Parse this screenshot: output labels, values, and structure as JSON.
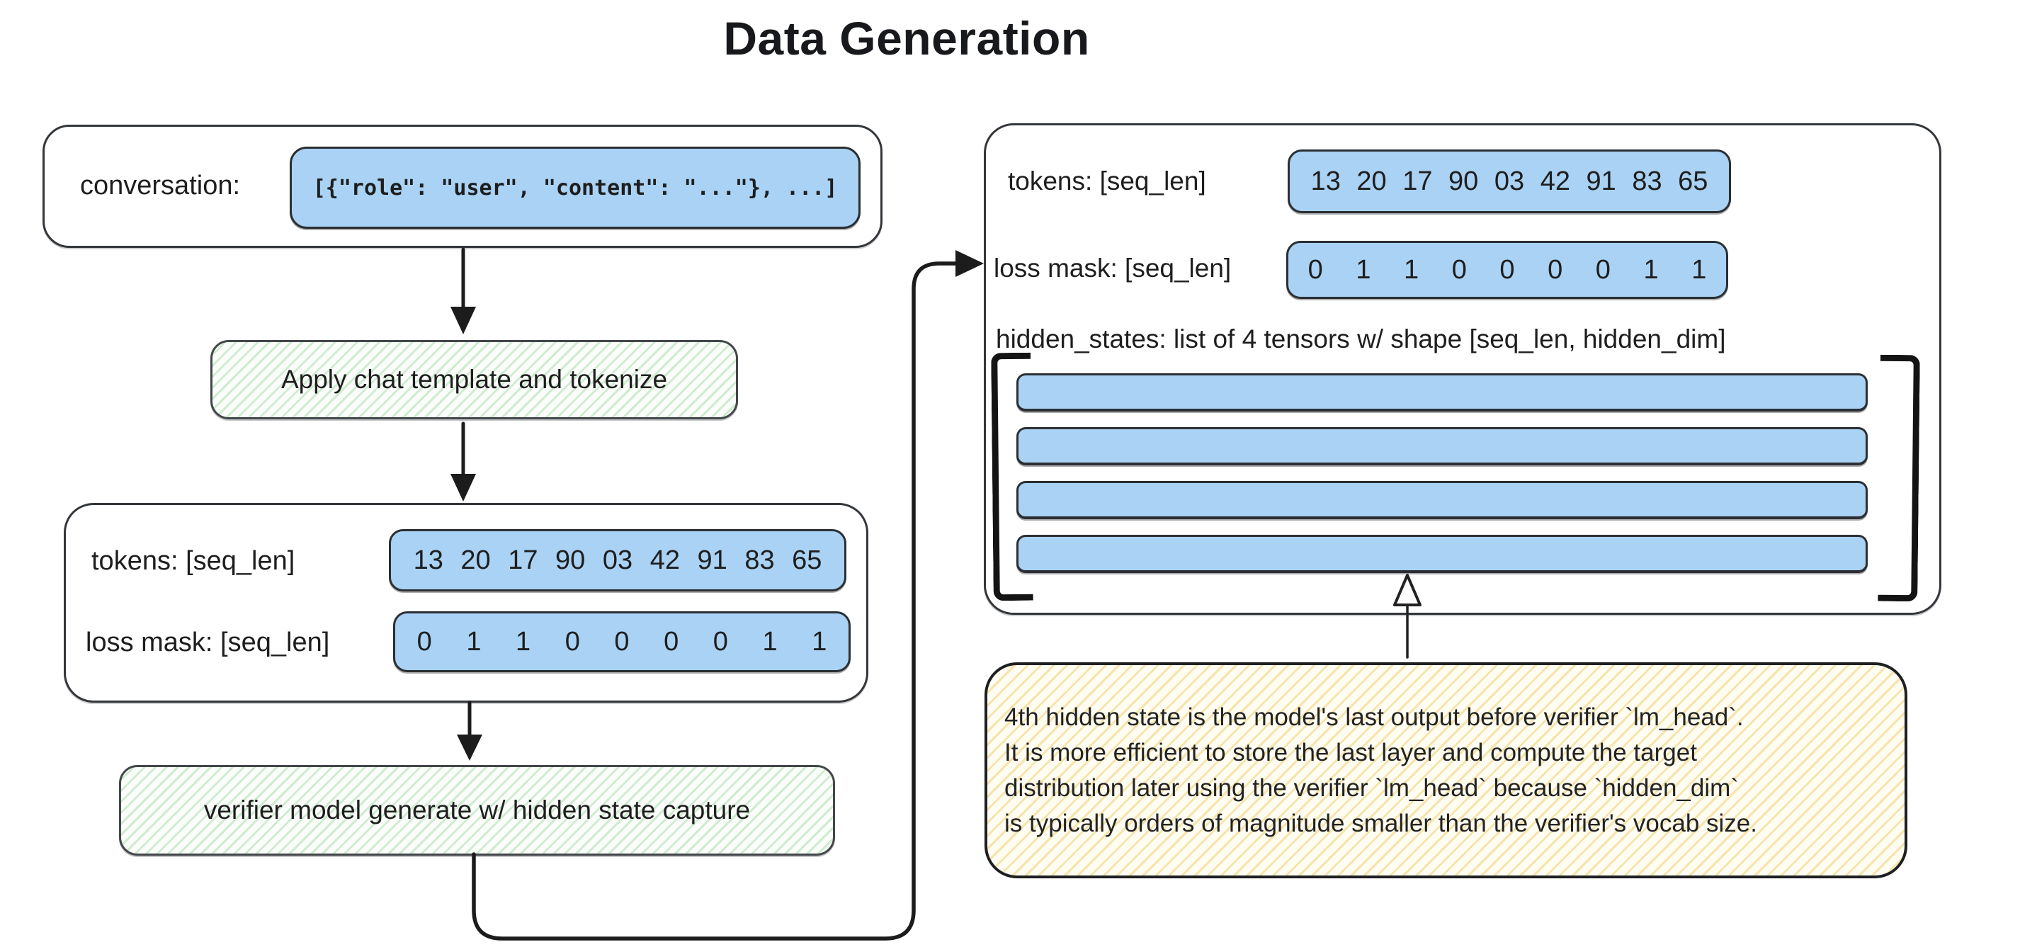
{
  "title": "Data Generation",
  "colors": {
    "blue_fill": "#a9d2f4",
    "green_hatch": "#cde9cc",
    "yellow_hatch": "#f2df9b",
    "ink": "#1e1e1e"
  },
  "left": {
    "conversation": {
      "label": "conversation:",
      "code": "[{\"role\": \"user\", \"content\": \"...\"}, ...]"
    },
    "step_tokenize": "Apply chat template and tokenize",
    "tokens": {
      "label": "tokens: [seq_len]",
      "values": "13 20 17 90 03 42 91 83 65"
    },
    "loss_mask": {
      "label": "loss mask: [seq_len]",
      "values": "0 1 1 0 0 0 0 1 1"
    },
    "step_generate": "verifier model generate w/ hidden state capture"
  },
  "right": {
    "tokens": {
      "label": "tokens: [seq_len]",
      "values": "13 20 17 90 03 42 91 83 65"
    },
    "loss_mask": {
      "label": "loss mask: [seq_len]",
      "values": "0 1 1 0 0 0 0 1 1"
    },
    "hidden_states_label": "hidden_states: list of 4 tensors w/ shape [seq_len, hidden_dim]",
    "note": "4th hidden state is the model's last output before verifier `lm_head`.\nIt is more efficient to store the last layer and compute the target\ndistribution later using the verifier `lm_head` because `hidden_dim`\nis typically orders of magnitude smaller than the verifier's vocab size."
  }
}
